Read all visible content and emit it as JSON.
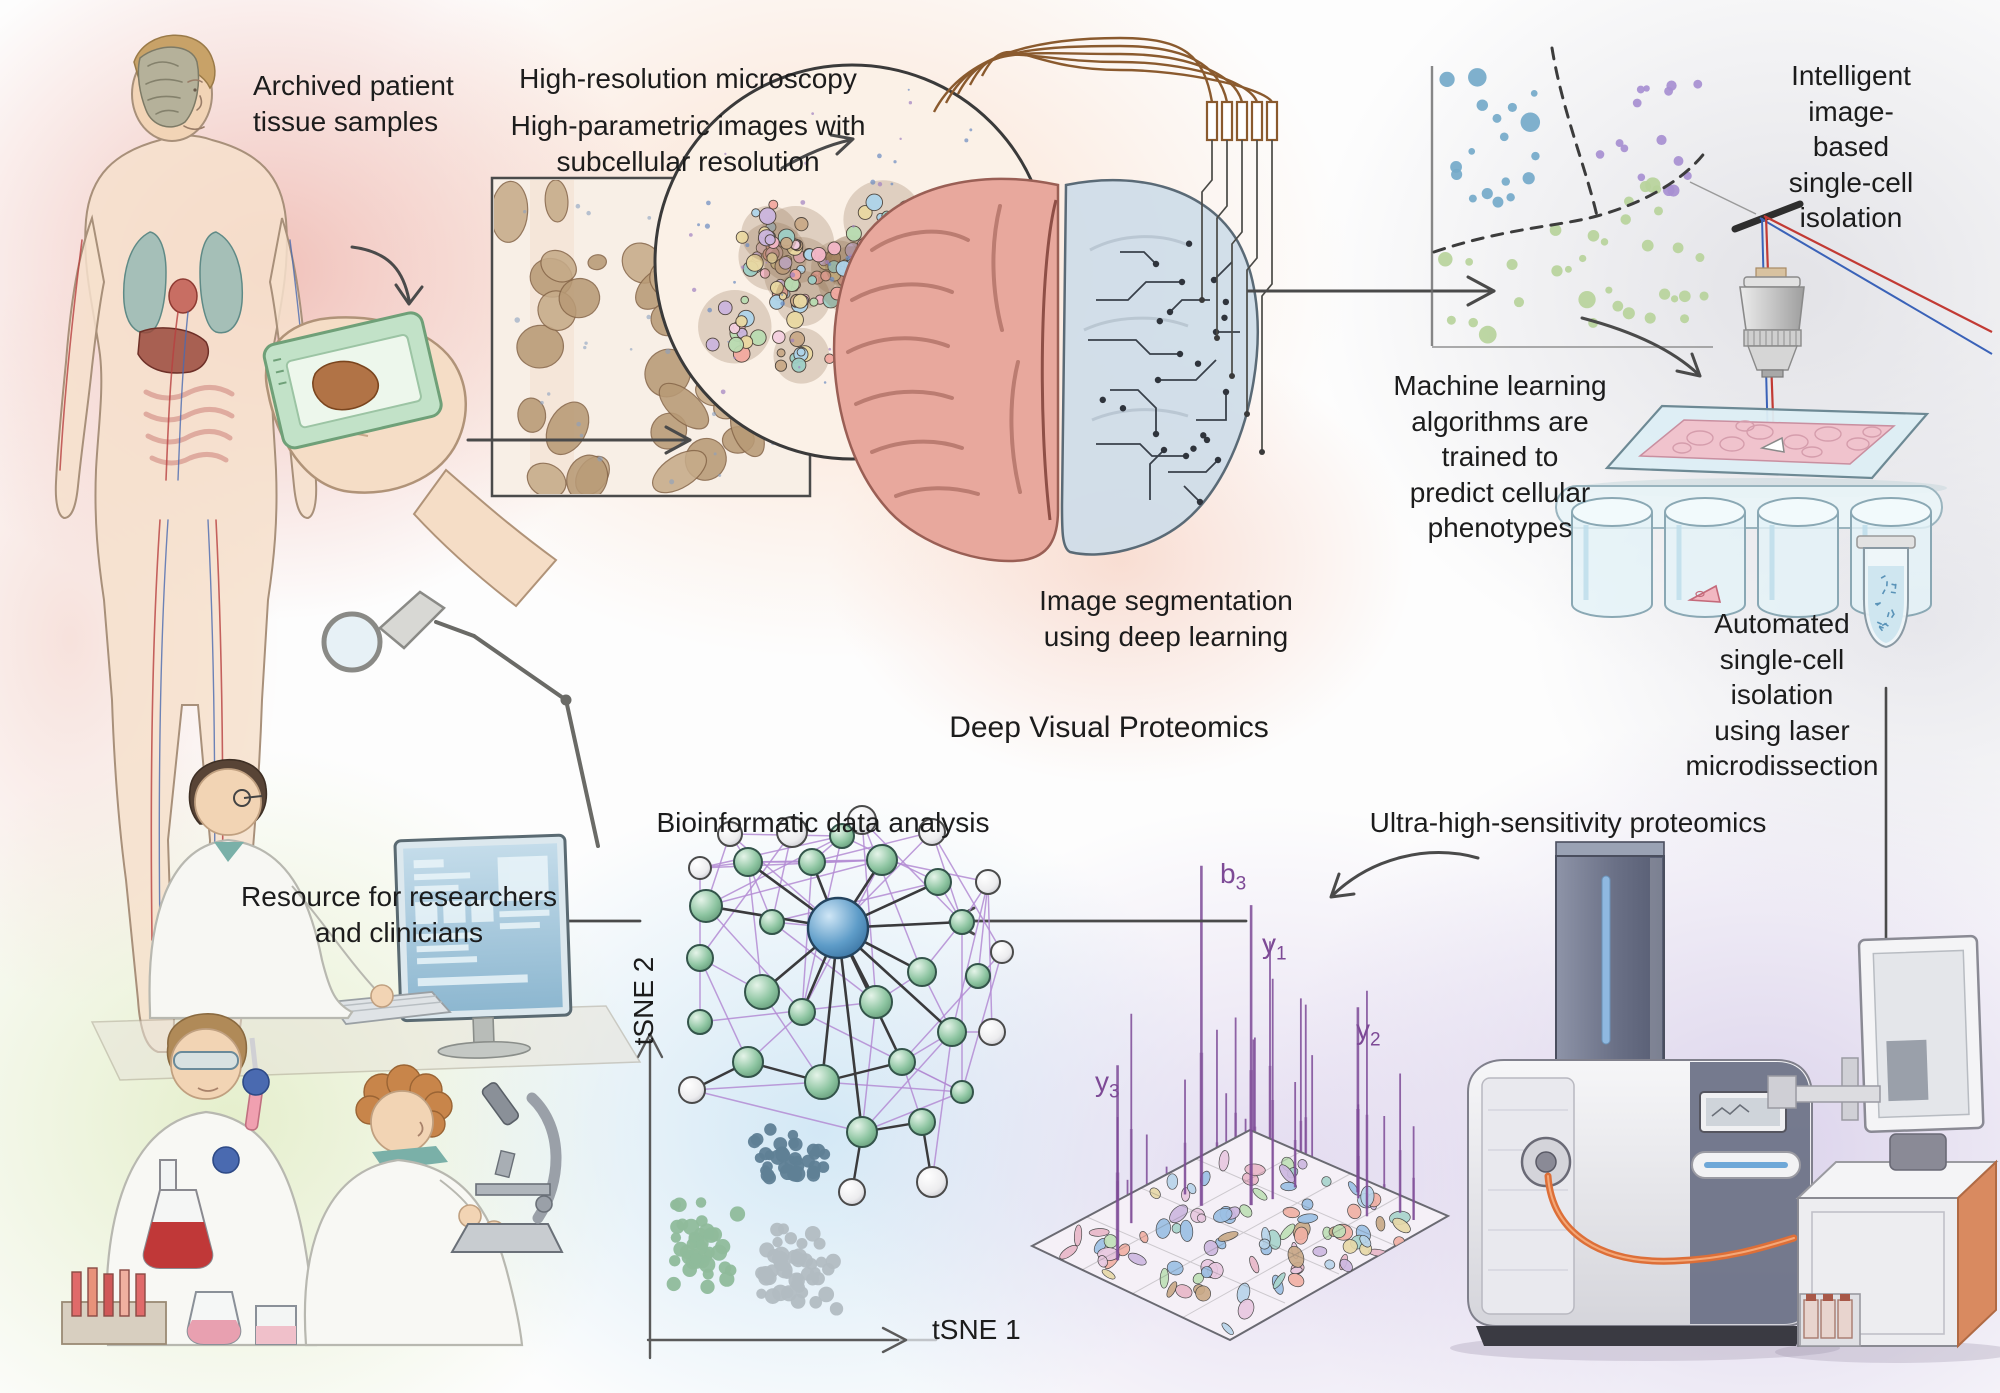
{
  "title": "Deep Visual Proteomics",
  "labels": {
    "archived": "Archived patient\ntissue samples",
    "high_res": "High-resolution microscopy",
    "high_param": "High-parametric images with\nsubcellular resolution",
    "segmentation": "Image segmentation\nusing deep learning",
    "machine_learning": "Machine learning\nalgorithms are\ntrained to\npredict cellular\nphenotypes",
    "intelligent": "Intelligent\nimage-based\nsingle-cell\nisolation",
    "automated": "Automated single-cell isolation\nusing laser microdissection",
    "ultra": "Ultra-high-sensitivity proteomics",
    "bioinformatic": "Bioinformatic data analysis",
    "resource": "Resource for researchers\nand clinicians"
  },
  "tsne": {
    "x_axis": "tSNE 1",
    "y_axis": "tSNE 2"
  },
  "spectrum_peaks": [
    {
      "base": "b",
      "sub": "3"
    },
    {
      "base": "y",
      "sub": "1"
    },
    {
      "base": "y",
      "sub": "2"
    },
    {
      "base": "y",
      "sub": "3"
    }
  ],
  "colors": {
    "label_text": "#1c1c1c",
    "peak_purple": "#7d4a96",
    "scatter_blue": "#74a9c9",
    "scatter_purple": "#a78fd1",
    "scatter_green": "#b7d39b",
    "cluster_slate": "#5f8095",
    "cluster_green": "#8fbb9b",
    "cluster_gray": "#b2bcc2",
    "network_hub_blue": "#4a8fc0",
    "network_green": "#7cb894",
    "edge_purple": "#b48cd4",
    "edge_dark": "#3a3a3c",
    "wire_brown": "#8a5a2e",
    "laser_red": "#c23a34",
    "laser_blue": "#3a62b8",
    "cable_orange": "#dd6f38"
  }
}
